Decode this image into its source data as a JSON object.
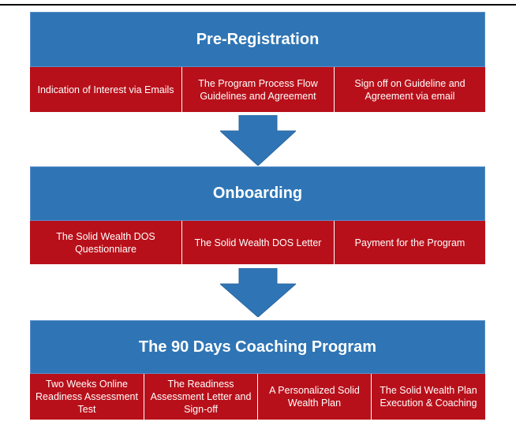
{
  "stages": [
    {
      "title": "Pre-Registration",
      "items": [
        "Indication of Interest via Emails",
        "The Program Process Flow Guidelines and Agreement",
        "Sign off on Guideline and Agreement via email"
      ]
    },
    {
      "title": "Onboarding",
      "items": [
        "The  Solid Wealth DOS Questionniare",
        "The Solid Wealth DOS Letter",
        "Payment for the Program"
      ]
    },
    {
      "title": "The 90 Days Coaching Program",
      "items": [
        "Two Weeks  Online Readiness Assessment Test",
        "The Readiness Assessment Letter and Sign-off",
        "A Personalized Solid Wealth Plan",
        "The Solid Wealth Plan Execution & Coaching"
      ]
    }
  ],
  "colors": {
    "header": "#2f75b5",
    "item": "#b8101a",
    "arrow": "#2f75b5"
  }
}
